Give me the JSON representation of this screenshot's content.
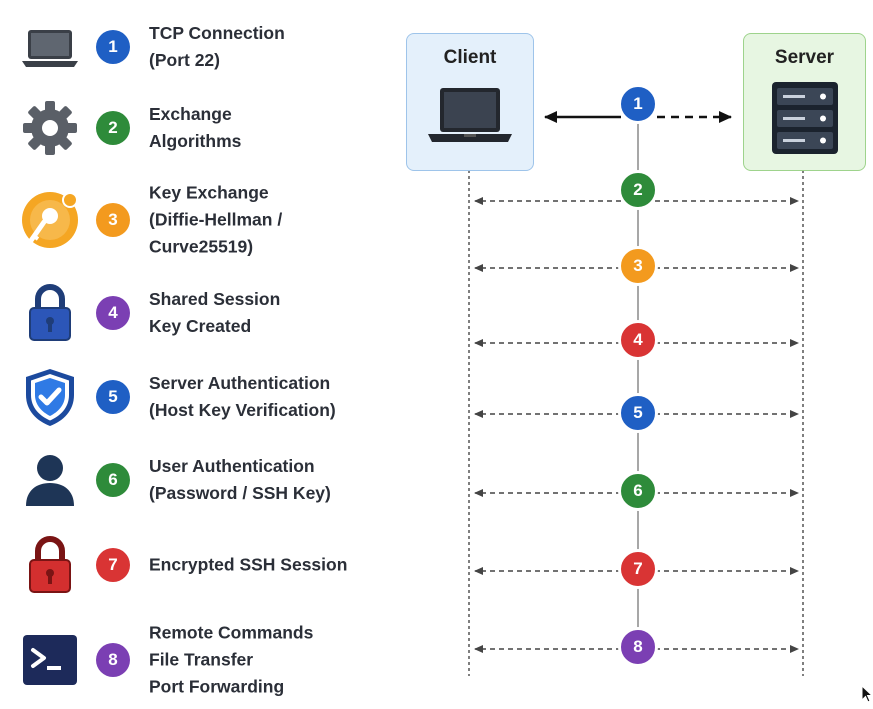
{
  "steps": [
    {
      "num": "1",
      "lines": [
        "TCP Connection",
        "(Port 22)"
      ],
      "color": "#1f5fc4",
      "icon": "laptop-icon"
    },
    {
      "num": "2",
      "lines": [
        "Exchange",
        "Algorithms"
      ],
      "color": "#2e8b3a",
      "icon": "gear-icon"
    },
    {
      "num": "3",
      "lines": [
        "Key Exchange",
        "(Diffie-Hellman /",
        "Curve25519)"
      ],
      "color": "#f39a1e",
      "icon": "key-exchange-icon"
    },
    {
      "num": "4",
      "lines": [
        "Shared Session",
        "Key Created"
      ],
      "color": "#7b3fb3",
      "icon": "lock-blue-icon"
    },
    {
      "num": "5",
      "lines": [
        "Server Authentication",
        "(Host Key Verification)"
      ],
      "color": "#1f5fc4",
      "icon": "shield-check-icon"
    },
    {
      "num": "6",
      "lines": [
        "User Authentication",
        "(Password / SSH Key)"
      ],
      "color": "#2e8b3a",
      "icon": "user-icon"
    },
    {
      "num": "7",
      "lines": [
        "Encrypted SSH Session"
      ],
      "color": "#d93434",
      "icon": "lock-red-icon"
    },
    {
      "num": "8",
      "lines": [
        "Remote Commands",
        "File Transfer",
        "Port Forwarding"
      ],
      "color": "#7b3fb3",
      "icon": "terminal-icon"
    }
  ],
  "client": {
    "title": "Client"
  },
  "server": {
    "title": "Server"
  },
  "colors": {
    "client_fill": "#e4f0fb",
    "server_fill": "#e7f6e2",
    "line": "#555555"
  }
}
